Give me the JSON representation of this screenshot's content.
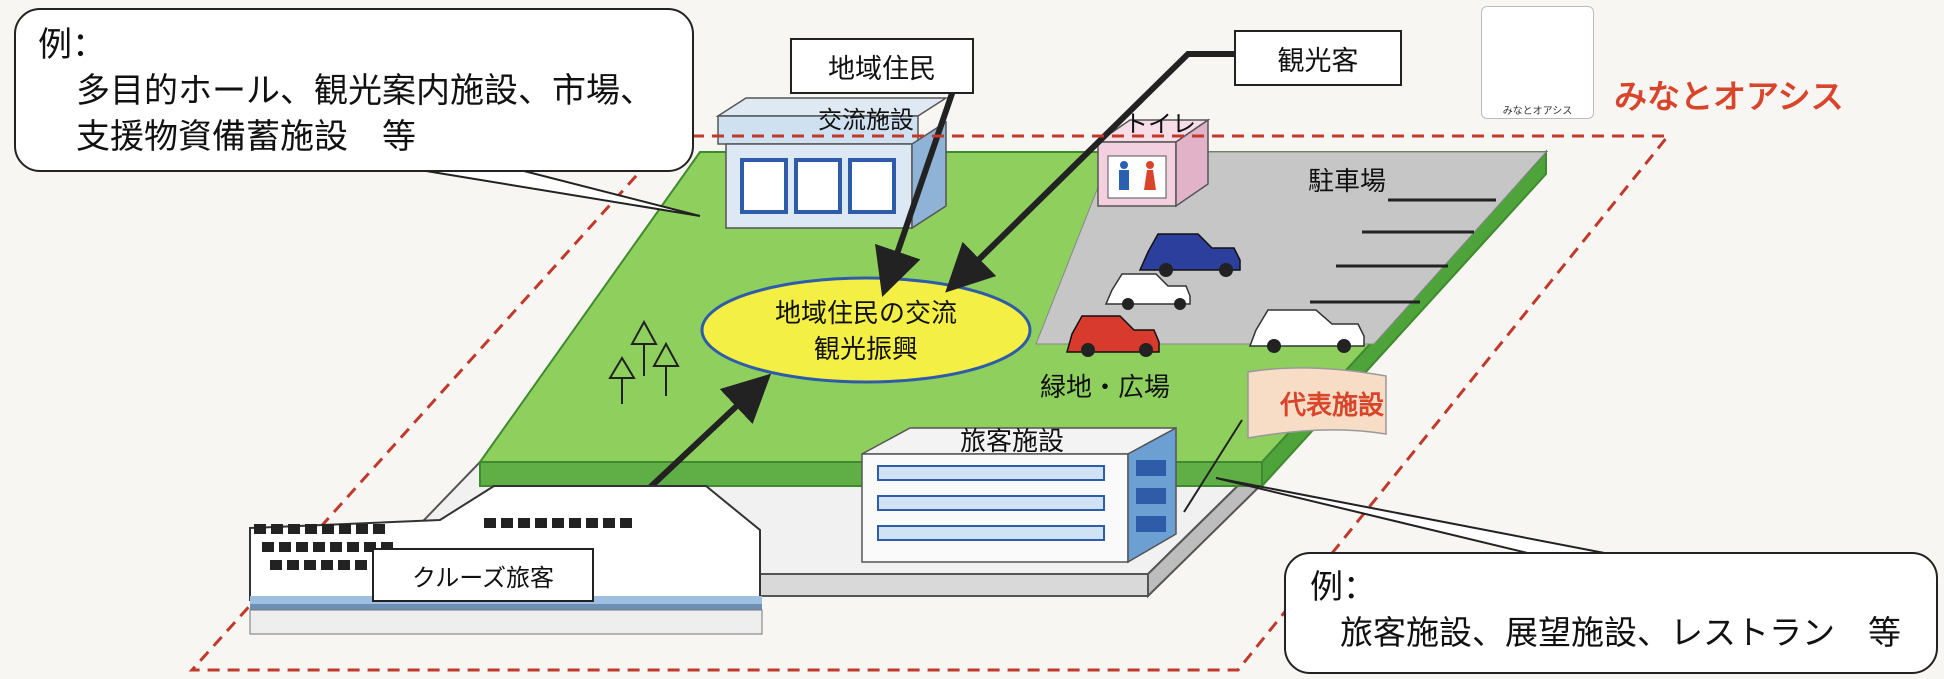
{
  "callout_top_left": {
    "prefix": "例：",
    "line1": "多目的ホール、観光案内施設、市場、",
    "line2": "支援物資備蓄施設　等"
  },
  "callout_bottom_right": {
    "prefix": "例：",
    "line1": "旅客施設、展望施設、レストラン　等"
  },
  "tags": {
    "local_residents": "地域住民",
    "tourists": "観光客",
    "cruise_passengers": "クルーズ旅客"
  },
  "labels": {
    "exchange_facility": "交流施設",
    "toilet": "トイレ",
    "parking": "駐車場",
    "green_plaza": "緑地・広場",
    "passenger_facility": "旅客施設",
    "representative_facility": "代表施設",
    "center_line1": "地域住民の交流",
    "center_line2": "観光振興"
  },
  "brand": {
    "name": "みなとオアシス",
    "logo_text": "みなとオアシス"
  },
  "colors": {
    "lawn": "#8ecf5e",
    "lawn_side": "#4ea33b",
    "dashed_border": "#c0392b",
    "ellipse_fill": "#f4ef45",
    "ellipse_stroke": "#2f5ca8",
    "parking": "#c6c6c6",
    "building_blue": "#6c9fd2",
    "brand_text": "#d8452a",
    "logo_green": "#2e9a5b"
  },
  "icons": [
    "arrow-icon",
    "tree-icon",
    "car-icon",
    "toilet-person-icon",
    "ship-icon",
    "house-logo-icon"
  ]
}
